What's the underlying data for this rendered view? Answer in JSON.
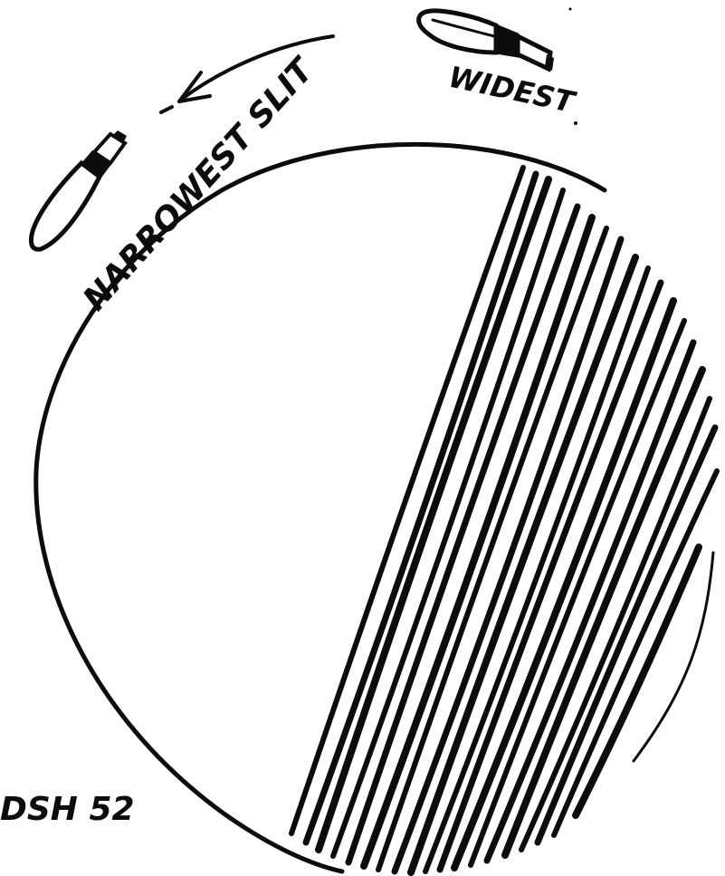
{
  "labels": {
    "widest": "WIDEST",
    "narrowest": "NARROWEST SLIT",
    "code": "DSH 52"
  },
  "colors": {
    "ink": "#0c0c0c",
    "paper": "#ffffff"
  },
  "icons": {
    "top_right": "knife-handle-icon",
    "top_left": "knife-handle-icon",
    "arrow": "curved-arrow-icon"
  }
}
